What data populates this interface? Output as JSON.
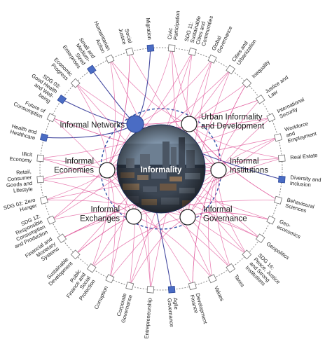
{
  "center": {
    "label": "Informality"
  },
  "colors": {
    "highlight": "#4a6cc4",
    "link": "#e0559a",
    "dark_link": "#3a3f9a",
    "ring": "#8a8a8a",
    "inner_ring": "#2f4fa6"
  },
  "nodes": [
    {
      "id": "informal-networks",
      "label": "Informal Networks",
      "highlighted": true
    },
    {
      "id": "urban-informality",
      "label": "Urban Informality and Development",
      "highlighted": false
    },
    {
      "id": "informal-institutions",
      "label": "Informal Institutions",
      "highlighted": false
    },
    {
      "id": "informal-governance",
      "label": "Informal Governance",
      "highlighted": false
    },
    {
      "id": "informal-exchanges",
      "label": "Informal Exchanges",
      "highlighted": false
    },
    {
      "id": "informal-economies",
      "label": "Informal Economies",
      "highlighted": false
    }
  ],
  "topics": [
    {
      "label": "Civic Participation",
      "highlighted": false,
      "node": 0
    },
    {
      "label": "SDG 11: Sustainable Cities and Communities",
      "highlighted": false,
      "node": 1
    },
    {
      "label": "Global Governance",
      "highlighted": false,
      "node": 3
    },
    {
      "label": "Cities and Urbanization",
      "highlighted": false,
      "node": 1
    },
    {
      "label": "Inequality",
      "highlighted": false,
      "node": 5
    },
    {
      "label": "Justice and Law",
      "highlighted": false,
      "node": 2
    },
    {
      "label": "International Security",
      "highlighted": false,
      "node": 3
    },
    {
      "label": "Workforce and Employment",
      "highlighted": false,
      "node": 5
    },
    {
      "label": "Real Estate",
      "highlighted": false,
      "node": 1
    },
    {
      "label": "Diversity and Inclusion",
      "highlighted": true,
      "node": 0
    },
    {
      "label": "Behavioural Sciences",
      "highlighted": false,
      "node": 4
    },
    {
      "label": "Geo-economics",
      "highlighted": false,
      "node": 5
    },
    {
      "label": "Geopolitics",
      "highlighted": false,
      "node": 3
    },
    {
      "label": "SDG 16: Peace, Justice and Strong Institutions",
      "highlighted": false,
      "node": 2
    },
    {
      "label": "Taxes",
      "highlighted": false,
      "node": 5
    },
    {
      "label": "Values",
      "highlighted": false,
      "node": 2
    },
    {
      "label": "Development Finance",
      "highlighted": false,
      "node": 5
    },
    {
      "label": "Agile Governance",
      "highlighted": true,
      "node": 0
    },
    {
      "label": "Entrepreneurship",
      "highlighted": false,
      "node": 4
    },
    {
      "label": "Corporate Governance",
      "highlighted": false,
      "node": 3
    },
    {
      "label": "Corruption",
      "highlighted": false,
      "node": 2
    },
    {
      "label": "Public Finance and Social Protection",
      "highlighted": false,
      "node": 5
    },
    {
      "label": "Sustainable Development",
      "highlighted": false,
      "node": 1
    },
    {
      "label": "Financial and Monetary Systems",
      "highlighted": false,
      "node": 4
    },
    {
      "label": "SDG 12: Responsible Consumption and Production",
      "highlighted": false,
      "node": 4
    },
    {
      "label": "SDG 02: Zero Hunger",
      "highlighted": false,
      "node": 5
    },
    {
      "label": "Retail, Consumer Goods and Lifestyle",
      "highlighted": false,
      "node": 4
    },
    {
      "label": "Illicit Economy",
      "highlighted": false,
      "node": 5
    },
    {
      "label": "Health and Healthcare",
      "highlighted": true,
      "node": 0
    },
    {
      "label": "Future of Consumption",
      "highlighted": false,
      "node": 4
    },
    {
      "label": "SDG 03: Good Health and Well-being",
      "highlighted": true,
      "node": 0
    },
    {
      "label": "Economic Progress",
      "highlighted": false,
      "node": 5
    },
    {
      "label": "Small and Medium-Sized Enterprises",
      "highlighted": true,
      "node": 0
    },
    {
      "label": "Humanitarian Action",
      "highlighted": false,
      "node": 1
    },
    {
      "label": "Social Justice",
      "highlighted": false,
      "node": 2
    },
    {
      "label": "Migration",
      "highlighted": true,
      "node": 0
    }
  ]
}
